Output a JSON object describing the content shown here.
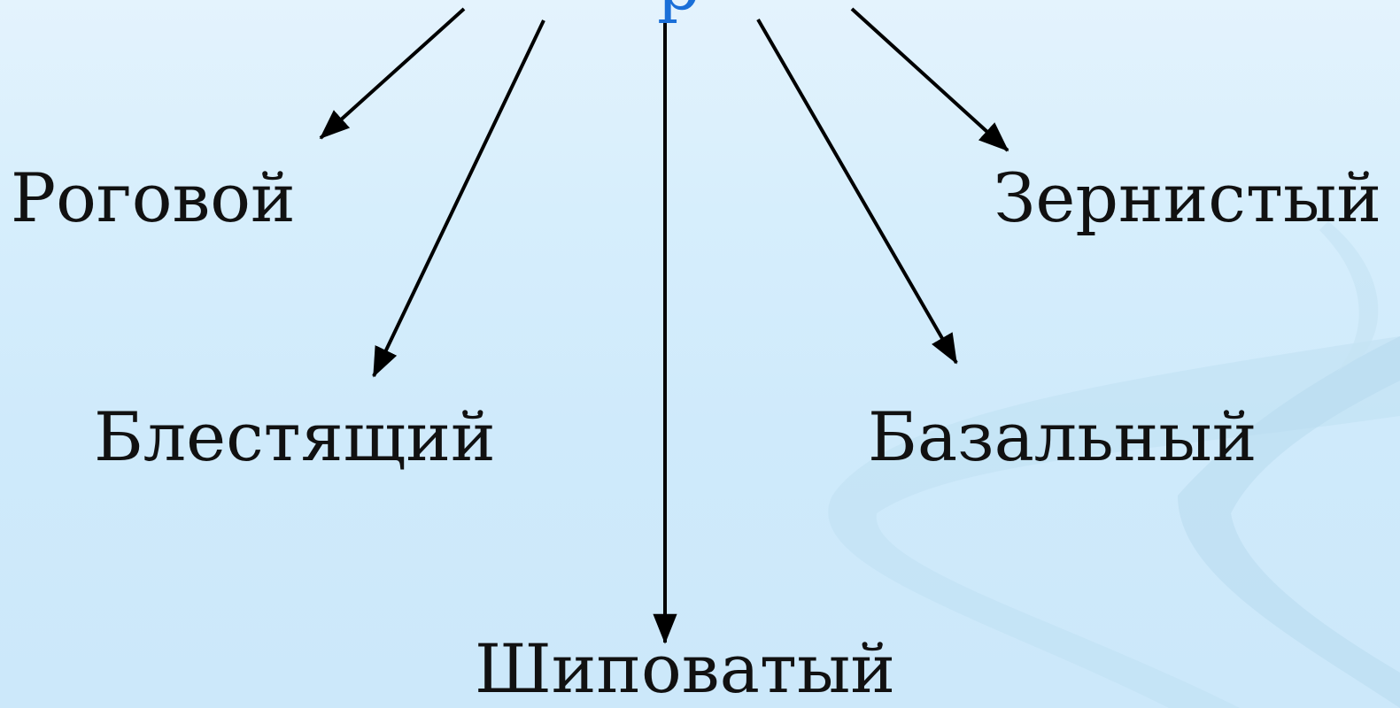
{
  "title": {
    "text": "р",
    "color": "#1a6fd8"
  },
  "layers": [
    {
      "id": "rogovoy",
      "label": "Роговой"
    },
    {
      "id": "blestyashchy",
      "label": "Блестящий"
    },
    {
      "id": "shipovaty",
      "label": "Шиповатый"
    },
    {
      "id": "bazalny",
      "label": "Базальный"
    },
    {
      "id": "zernisty",
      "label": "Зернистый"
    }
  ],
  "colors": {
    "text": "#111111",
    "arrow": "#000000",
    "background_top": "#e4f3fd",
    "background_bottom": "#cce8fa",
    "swoosh": "#bcdcf0"
  }
}
